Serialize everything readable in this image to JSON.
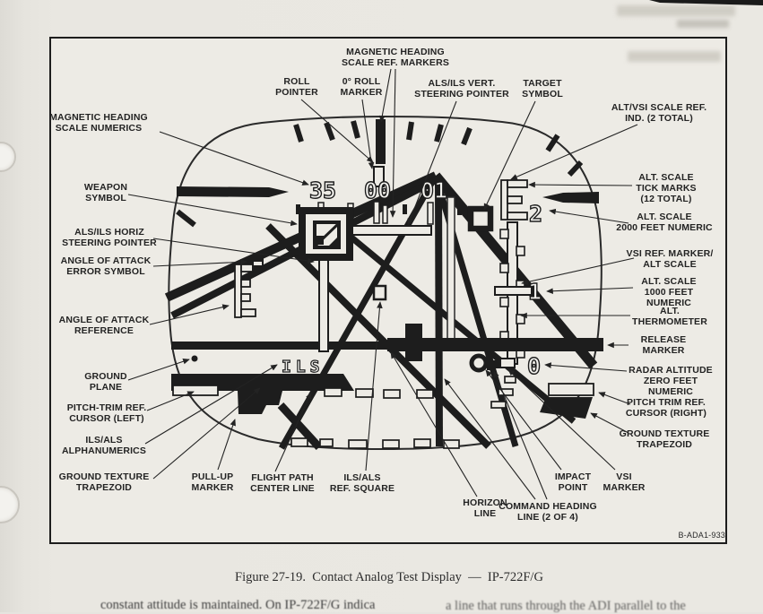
{
  "figure": {
    "caption": "Figure 27-19.  Contact Analog Test Display  —  IP-722F/G",
    "code": "B-ADA1-933",
    "bottom_text_left": "constant attitude is maintained. On IP-722F/G indica",
    "bottom_text_right": "a line that runs through the ADI parallel to the"
  },
  "display": {
    "heading_numerics": [
      "35",
      "00",
      "01"
    ],
    "ils_text": "ILS",
    "alt_numerics": {
      "two": "2",
      "one": "1",
      "zero": "0"
    }
  },
  "colors": {
    "ink": "#1d1d1d",
    "paper": "#edebe5"
  },
  "callouts": {
    "left": [
      {
        "id": "magnetic-heading-scale-numerics",
        "text": "MAGNETIC HEADING\nSCALE NUMERICS"
      },
      {
        "id": "weapon-symbol",
        "text": "WEAPON\nSYMBOL"
      },
      {
        "id": "als-ils-horiz-steering-pointer",
        "text": "ALS/ILS HORIZ\nSTEERING POINTER"
      },
      {
        "id": "angle-of-attack-error-symbol",
        "text": "ANGLE OF ATTACK\nERROR SYMBOL"
      },
      {
        "id": "angle-of-attack-reference",
        "text": "ANGLE OF ATTACK\nREFERENCE"
      },
      {
        "id": "ground-plane",
        "text": "GROUND\nPLANE"
      },
      {
        "id": "pitch-trim-ref-cursor-left",
        "text": "PITCH-TRIM REF.\nCURSOR (LEFT)"
      },
      {
        "id": "ils-als-alphanumerics",
        "text": "ILS/ALS\nALPHANUMERICS"
      },
      {
        "id": "ground-texture-trapezoid-left",
        "text": "GROUND TEXTURE\nTRAPEZOID"
      }
    ],
    "top": [
      {
        "id": "roll-pointer",
        "text": "ROLL\nPOINTER"
      },
      {
        "id": "zero-roll-marker",
        "text": "0° ROLL\nMARKER"
      },
      {
        "id": "magnetic-heading-scale-ref-markers",
        "text": "MAGNETIC HEADING\nSCALE REF. MARKERS"
      },
      {
        "id": "als-ils-vert-steering-pointer",
        "text": "ALS/ILS VERT.\nSTEERING POINTER"
      },
      {
        "id": "target-symbol",
        "text": "TARGET\nSYMBOL"
      }
    ],
    "right": [
      {
        "id": "alt-vsi-scale-ref-ind",
        "text": "ALT/VSI SCALE REF.\nIND. (2 TOTAL)"
      },
      {
        "id": "alt-scale-tick-marks",
        "text": "ALT. SCALE\nTICK MARKS\n(12 TOTAL)"
      },
      {
        "id": "alt-scale-2000-feet-numeric",
        "text": "ALT. SCALE\n2000 FEET NUMERIC"
      },
      {
        "id": "vsi-ref-marker-alt-scale",
        "text": "VSI REF. MARKER/\nALT SCALE"
      },
      {
        "id": "alt-scale-1000-feet-numeric",
        "text": "ALT. SCALE\n1000 FEET NUMERIC"
      },
      {
        "id": "alt-thermometer",
        "text": "ALT.\nTHERMOMETER"
      },
      {
        "id": "release-marker",
        "text": "RELEASE\nMARKER"
      },
      {
        "id": "radar-altitude-zero-feet-numeric",
        "text": "RADAR ALTITUDE\nZERO FEET NUMERIC"
      },
      {
        "id": "pitch-trim-ref-cursor-right",
        "text": "PITCH TRIM REF.\nCURSOR (RIGHT)"
      },
      {
        "id": "ground-texture-trapezoid-right",
        "text": "GROUND TEXTURE\nTRAPEZOID"
      }
    ],
    "bottom": [
      {
        "id": "pull-up-marker",
        "text": "PULL-UP\nMARKER"
      },
      {
        "id": "flight-path-center-line",
        "text": "FLIGHT PATH\nCENTER LINE"
      },
      {
        "id": "ils-als-ref-square",
        "text": "ILS/ALS\nREF. SQUARE"
      },
      {
        "id": "horizon-line",
        "text": "HORIZON\nLINE"
      },
      {
        "id": "command-heading-line",
        "text": "COMMAND HEADING\nLINE (2 OF 4)"
      },
      {
        "id": "impact-point",
        "text": "IMPACT\nPOINT"
      },
      {
        "id": "vsi-marker",
        "text": "VSI\nMARKER"
      }
    ]
  }
}
